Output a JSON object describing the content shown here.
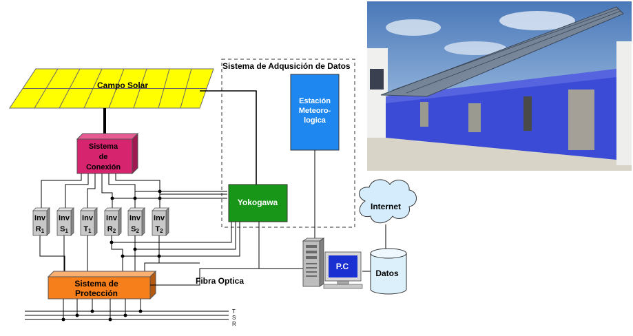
{
  "solar_field": {
    "label": "Campo Solar"
  },
  "connection_system": {
    "line1": "Sistema",
    "line2": "de",
    "line3": "Conexión"
  },
  "acquisition_system": {
    "label": "Sistema de  Adqusición de Datos"
  },
  "weather_station": {
    "line1": "Estación",
    "line2": "Meteoro-",
    "line3": "logica"
  },
  "logger": {
    "label": "Yokogawa"
  },
  "inverters": [
    {
      "top": "Inv",
      "base": "R",
      "sub": "1"
    },
    {
      "top": "Inv",
      "base": "S",
      "sub": "1"
    },
    {
      "top": "Inv",
      "base": "T",
      "sub": "1"
    },
    {
      "top": "Inv",
      "base": "R",
      "sub": "2"
    },
    {
      "top": "Inv",
      "base": "S",
      "sub": "2"
    },
    {
      "top": "Inv",
      "base": "T",
      "sub": "2"
    }
  ],
  "protection_system": {
    "line1": "Sistema de",
    "line2": "Protección"
  },
  "fiber": {
    "label": "Fibra Optica"
  },
  "pc": {
    "label": "P.C"
  },
  "internet": {
    "label": "Internet"
  },
  "database": {
    "label": "Datos"
  },
  "phases": {
    "t": "T",
    "s": "S",
    "r": "R"
  },
  "photo": {
    "alt": "solar-array-building-photo"
  },
  "colors": {
    "solar": "#ffff00",
    "connection": "#d6246e",
    "station": "#1e88f0",
    "logger": "#179617",
    "protection": "#f77f1b",
    "inverter": "#c8c8c8",
    "building": "#3b4bd6"
  }
}
